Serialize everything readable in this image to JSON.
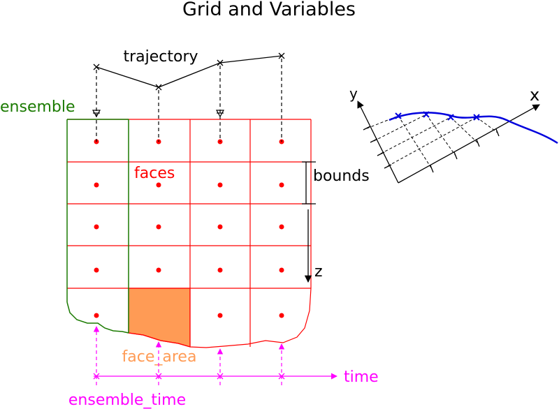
{
  "title": "Grid and Variables",
  "labels": {
    "trajectory": "trajectory",
    "ensemble": "ensemble",
    "faces": "faces",
    "bounds": "bounds",
    "z": "z",
    "face_area": "face_area",
    "time": "time",
    "ensemble_time": "ensemble_time",
    "x_axis": "x",
    "y_axis": "y"
  },
  "colors": {
    "text": "#000000",
    "grid": "#ff0000",
    "ensemble": "#1a7a00",
    "face_area_fill": "#ff9b55",
    "face_area_text": "#ff9b55",
    "time": "#ff00ff",
    "trajectory_curve": "#0000dd"
  },
  "icons": {
    "trajectory_marker": "x-cross-marker",
    "profile_marker": "triangle-down-marker"
  }
}
